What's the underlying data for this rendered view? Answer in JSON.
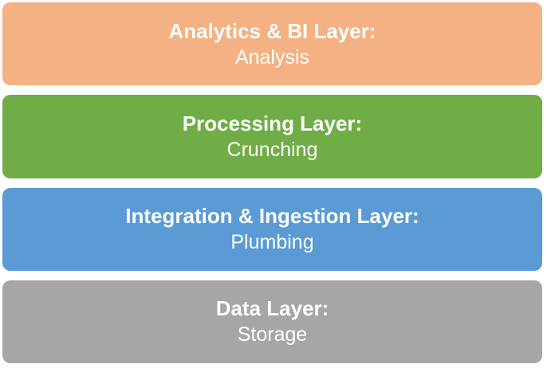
{
  "diagram": {
    "background_color": "#ffffff",
    "text_color": "#ffffff",
    "layers": [
      {
        "id": "analytics-bi",
        "title": "Analytics & BI Layer:",
        "subtitle": "Analysis",
        "color": "#F4B183"
      },
      {
        "id": "processing",
        "title": "Processing Layer:",
        "subtitle": "Crunching",
        "color": "#70AD47"
      },
      {
        "id": "integration-ingestion",
        "title": "Integration & Ingestion Layer:",
        "subtitle": "Plumbing",
        "color": "#5B9BD5"
      },
      {
        "id": "data",
        "title": "Data Layer:",
        "subtitle": "Storage",
        "color": "#A6A6A6"
      }
    ]
  }
}
